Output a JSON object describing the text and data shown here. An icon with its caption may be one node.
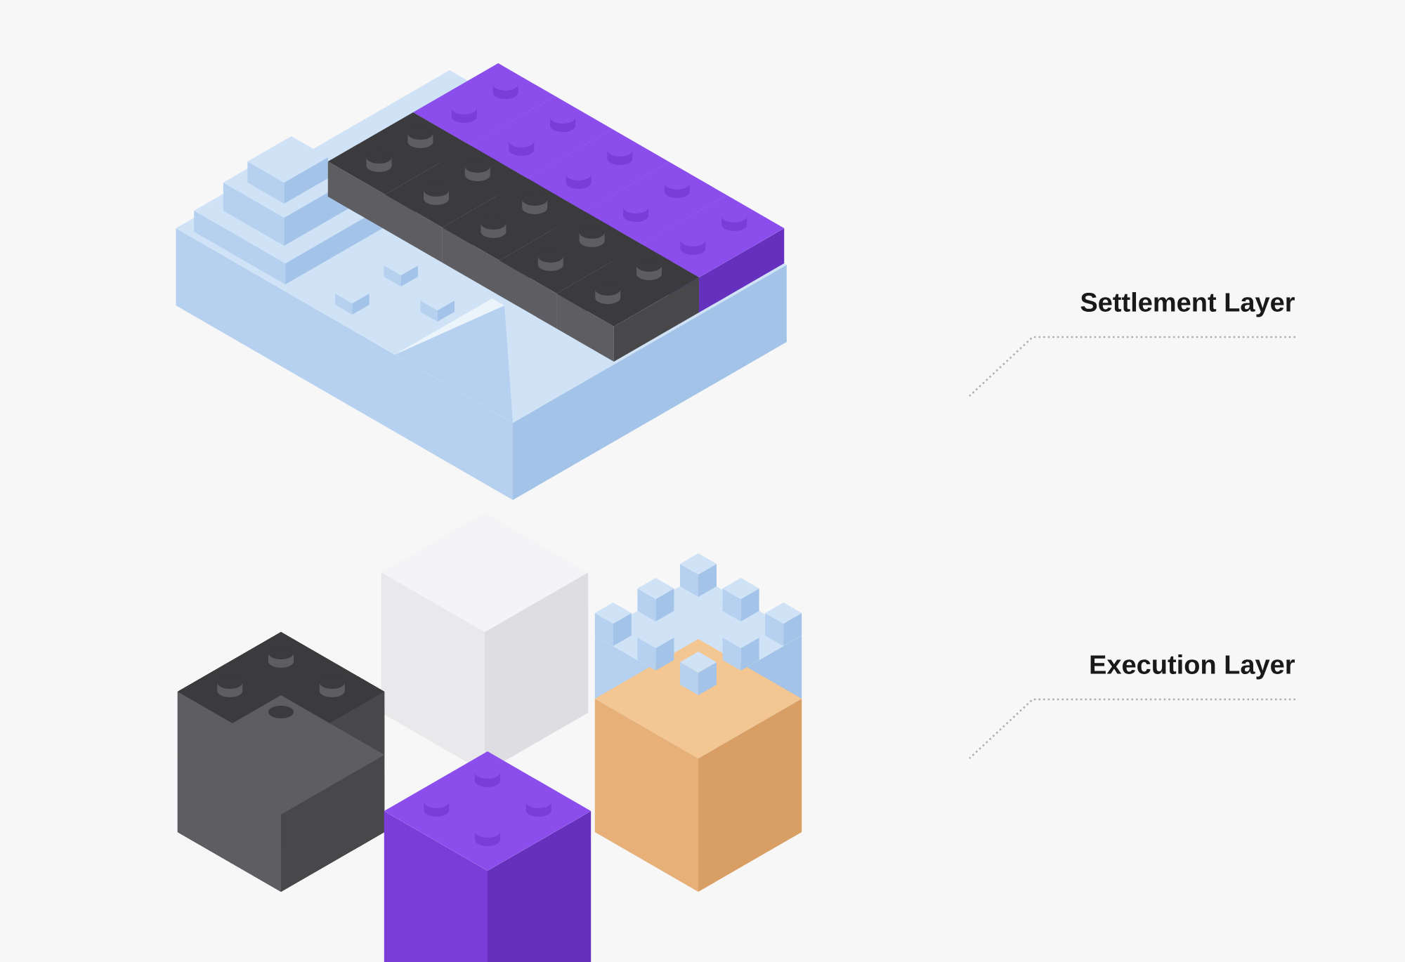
{
  "diagram": {
    "nodes": [
      {
        "text": [
          "Settlement Layer"
        ]
      },
      {
        "text": [
          "Execution Layer"
        ]
      }
    ],
    "edges": [
      {
        "from": 0,
        "to": null,
        "arrow": "none"
      },
      {
        "from": 1,
        "to": null,
        "arrow": "none"
      }
    ]
  }
}
